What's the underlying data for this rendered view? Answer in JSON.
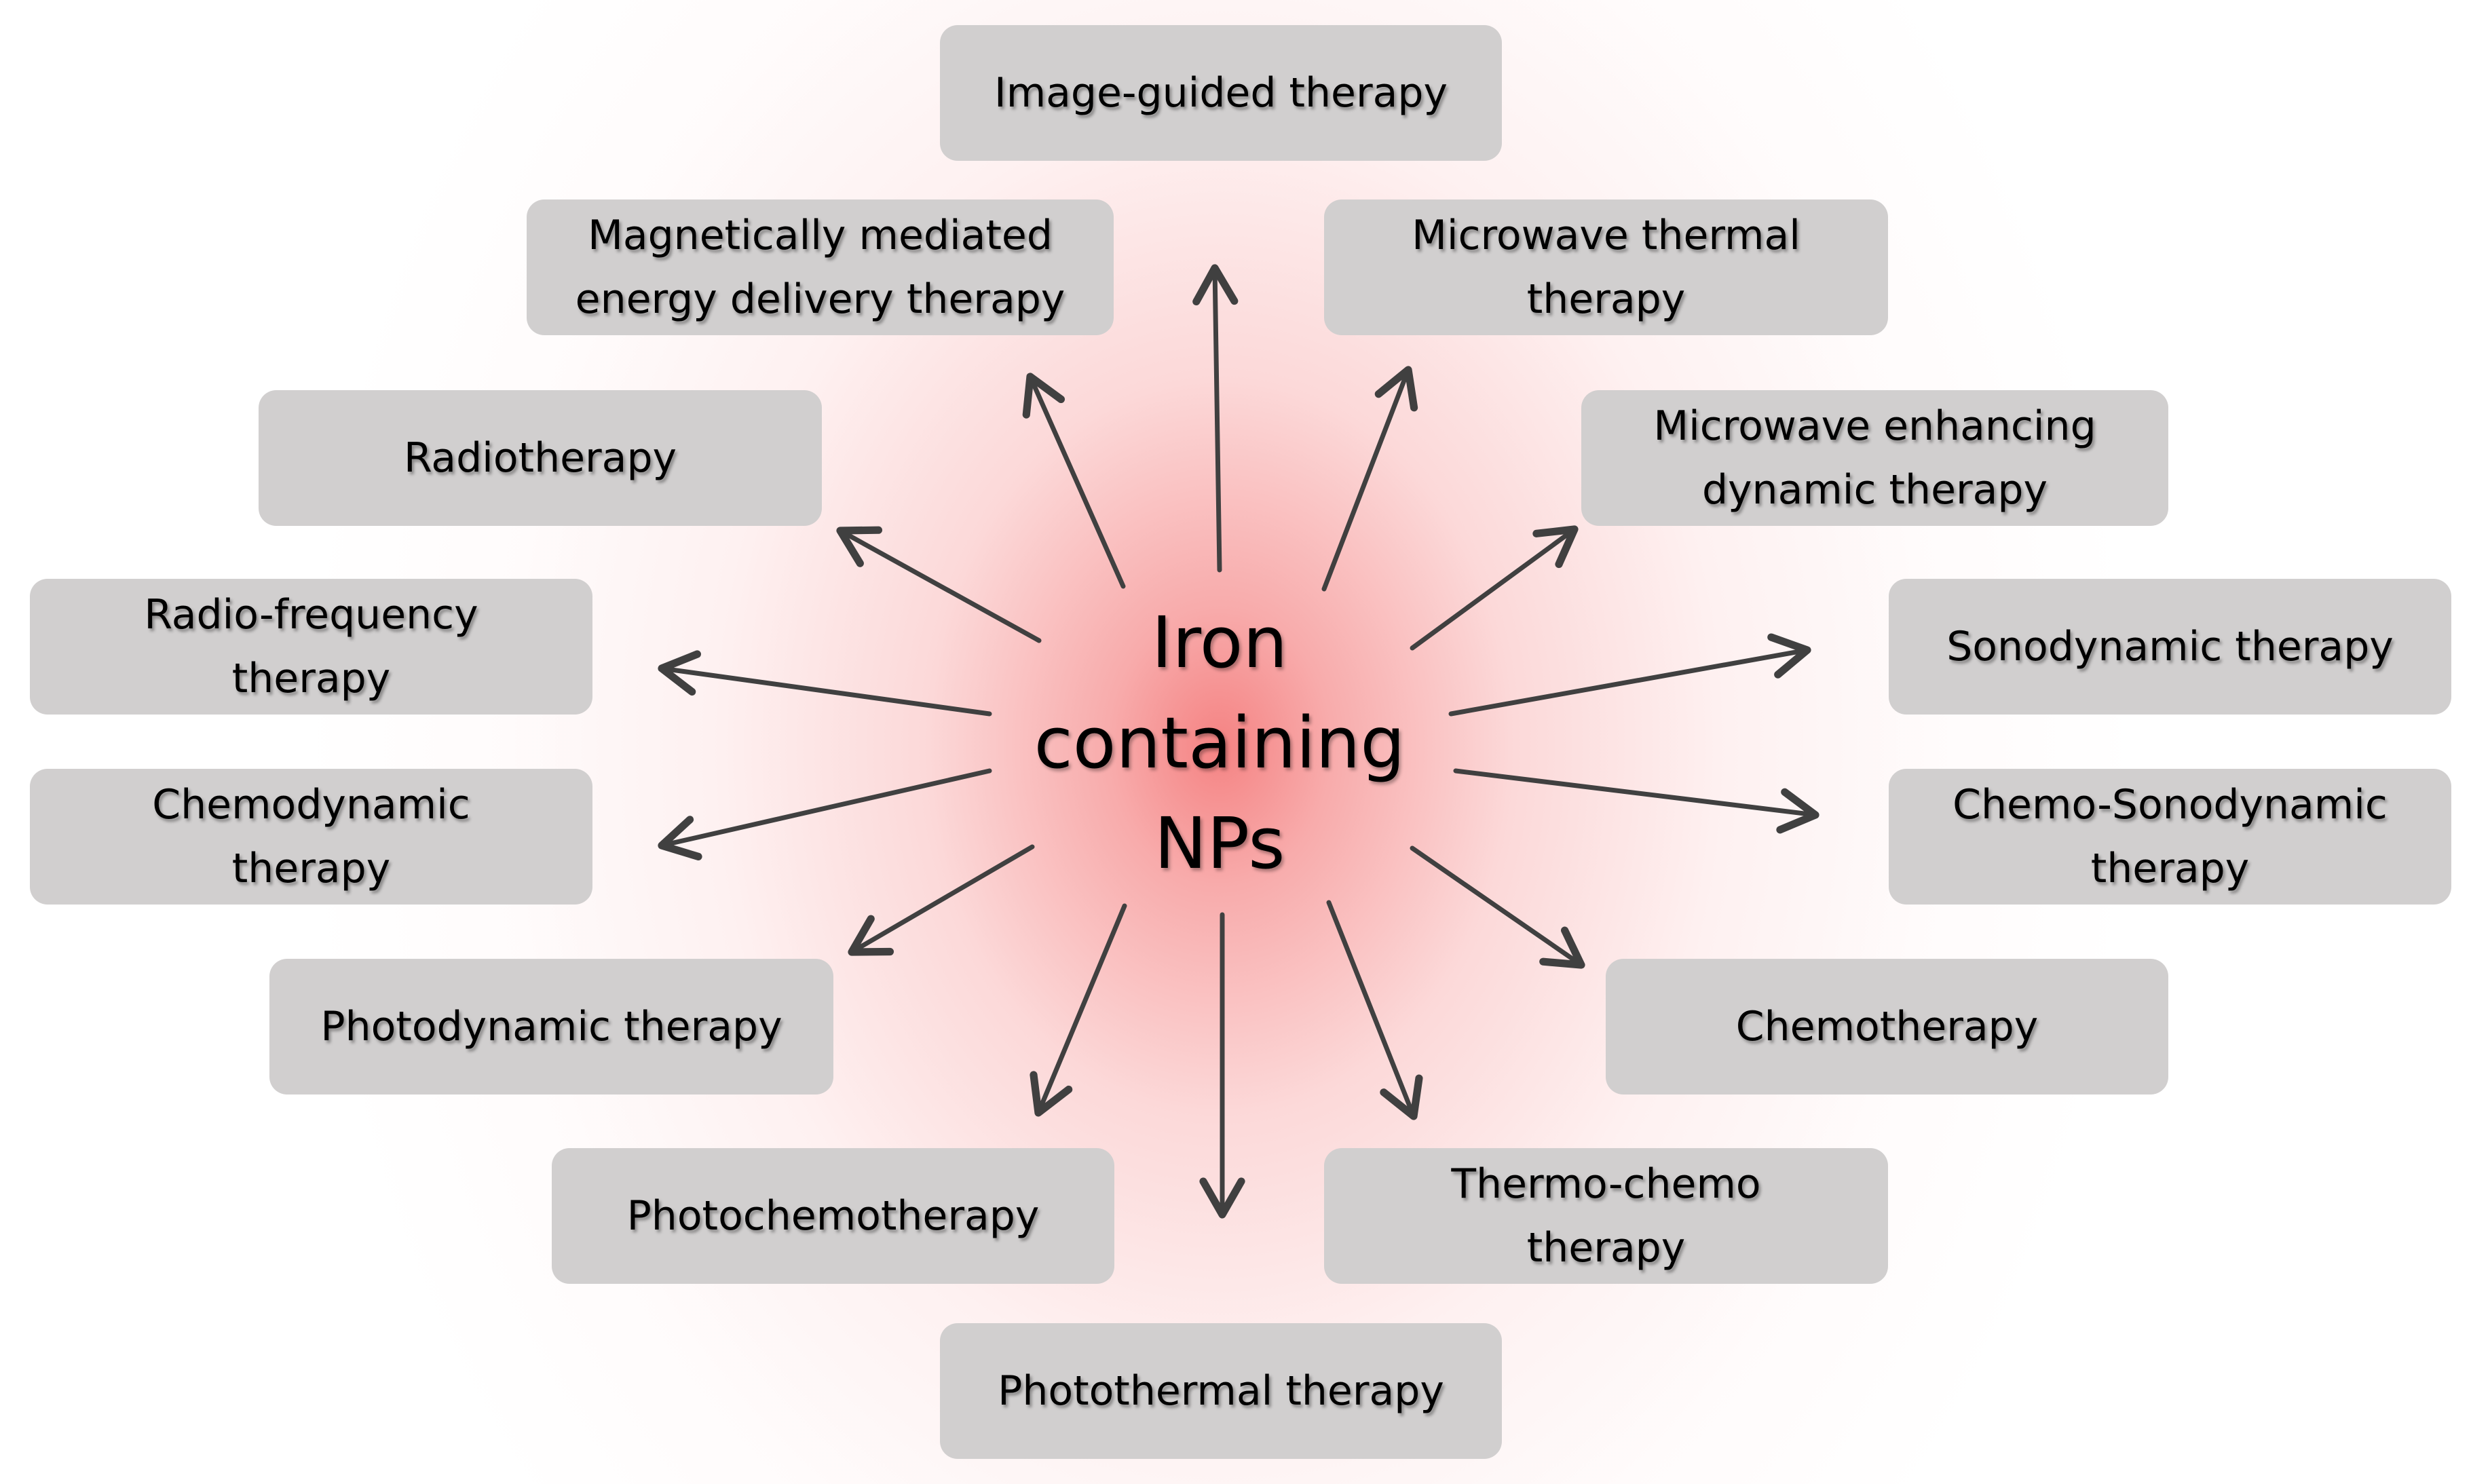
{
  "center": {
    "label": "Iron\ncontaining\nNPs"
  },
  "nodes": [
    {
      "id": "image-guided",
      "label": "Image-guided therapy"
    },
    {
      "id": "microwave-thermal",
      "label": "Microwave thermal\ntherapy"
    },
    {
      "id": "microwave-enhancing",
      "label": "Microwave enhancing\ndynamic therapy"
    },
    {
      "id": "sonodynamic",
      "label": "Sonodynamic therapy"
    },
    {
      "id": "chemo-sonodynamic",
      "label": "Chemo-Sonodynamic\ntherapy"
    },
    {
      "id": "chemotherapy",
      "label": "Chemotherapy"
    },
    {
      "id": "thermo-chemo",
      "label": "Thermo-chemo\ntherapy"
    },
    {
      "id": "photothermal",
      "label": "Photothermal therapy"
    },
    {
      "id": "photochemotherapy",
      "label": "Photochemotherapy"
    },
    {
      "id": "photodynamic",
      "label": "Photodynamic therapy"
    },
    {
      "id": "chemodynamic",
      "label": "Chemodynamic\ntherapy"
    },
    {
      "id": "radio-frequency",
      "label": "Radio-frequency\ntherapy"
    },
    {
      "id": "radiotherapy",
      "label": "Radiotherapy"
    },
    {
      "id": "magnetically-mediated",
      "label": "Magnetically mediated\nenergy delivery therapy"
    }
  ],
  "colors": {
    "node_fill": "#d1cfcf",
    "arrow": "#404040",
    "glow_center": "#f47c7c"
  }
}
